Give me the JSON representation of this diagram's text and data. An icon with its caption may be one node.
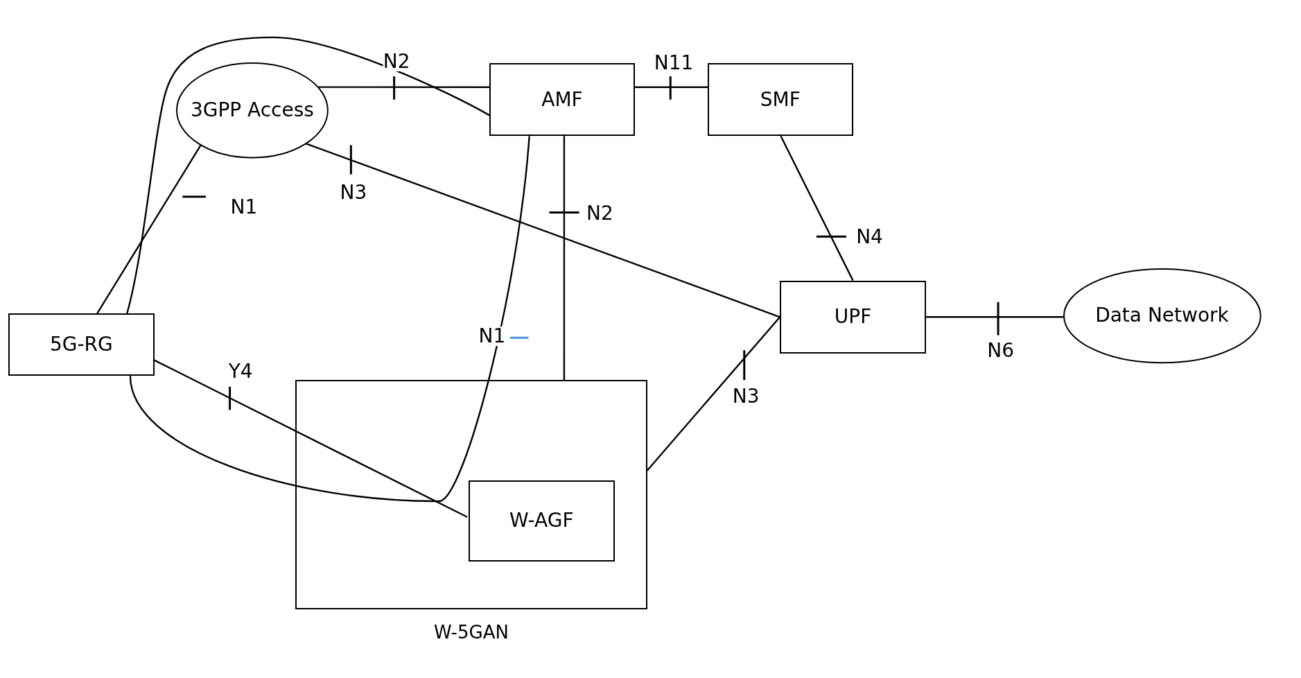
{
  "diagram": {
    "nodes": [
      {
        "text": [
          "3GPP Access"
        ]
      },
      {
        "text": [
          "AMF"
        ]
      },
      {
        "text": [
          "SMF"
        ]
      },
      {
        "text": [
          "5G-RG"
        ]
      },
      {
        "text": [
          "UPF"
        ]
      },
      {
        "text": [
          "Data Network"
        ]
      },
      {
        "text": [],
        "shape": "box",
        "beside": [
          "W-5GAN"
        ]
      },
      {
        "text": [
          "W-AGF"
        ],
        "in": 6
      }
    ],
    "edges": [
      {
        "from": 0,
        "to": 1,
        "arrow": "none",
        "label": "N2"
      },
      {
        "from": 1,
        "to": 2,
        "arrow": "none",
        "label": "N11"
      },
      {
        "from": 3,
        "to": 0,
        "arrow": "none",
        "label": "N1"
      },
      {
        "from": 3,
        "to": 1,
        "arrow": "none"
      },
      {
        "from": 0,
        "to": 4,
        "arrow": "none",
        "label": "N3"
      },
      {
        "from": 1,
        "to": 6,
        "arrow": "none",
        "label": "N2"
      },
      {
        "from": 2,
        "to": 4,
        "arrow": "none",
        "label": "N4"
      },
      {
        "from": 4,
        "to": 5,
        "arrow": "none",
        "label": "N6"
      },
      {
        "from": 6,
        "to": 4,
        "arrow": "none",
        "label": "N3"
      },
      {
        "from": 3,
        "to": 7,
        "arrow": "none",
        "label": "Y4"
      },
      {
        "from": 3,
        "to": 1,
        "arrow": "none",
        "label": "N1"
      }
    ]
  }
}
